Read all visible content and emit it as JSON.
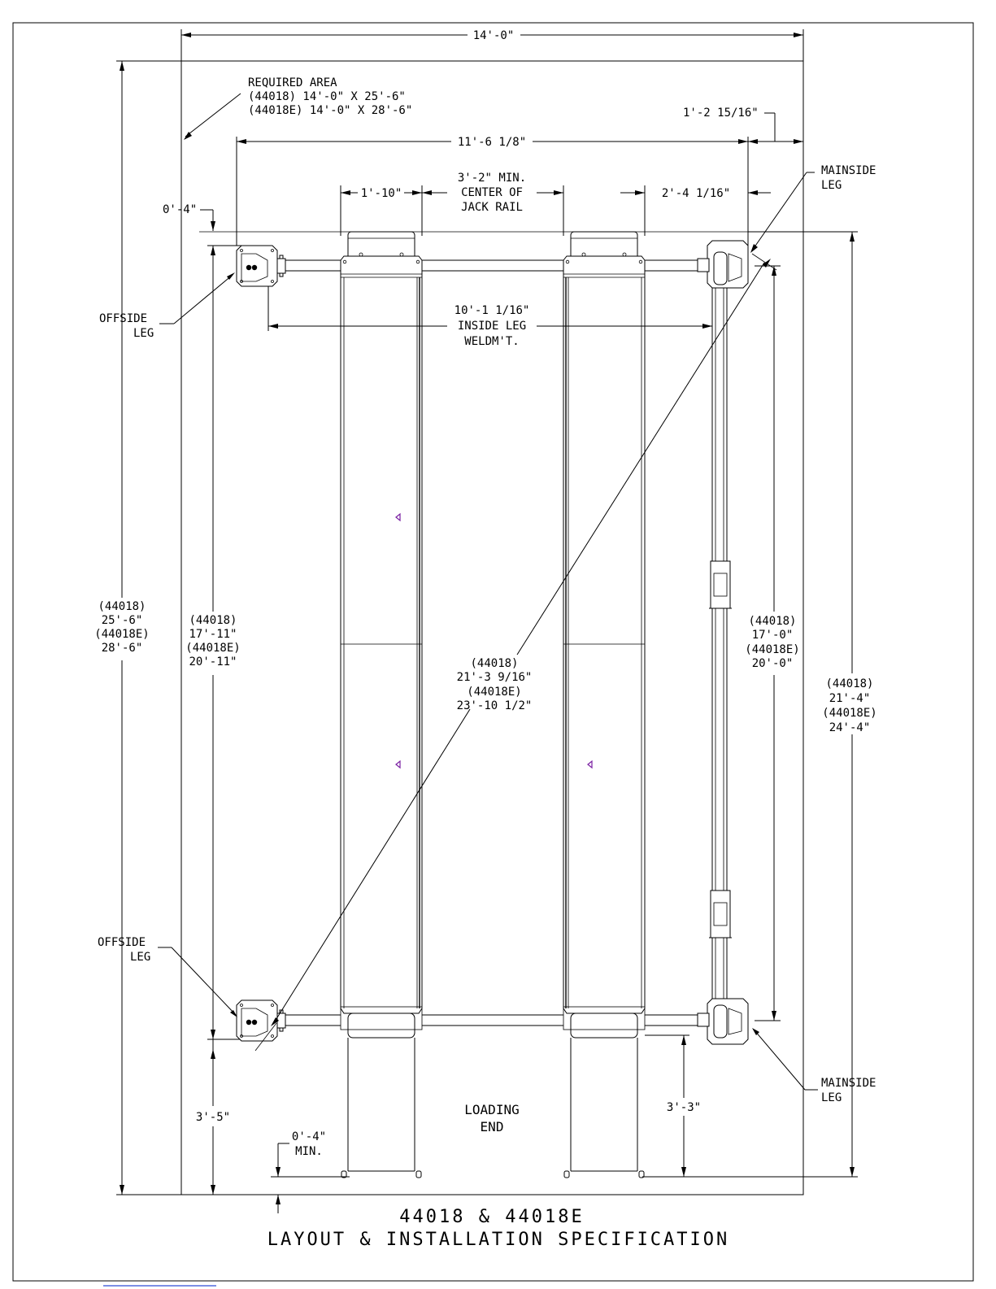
{
  "title": {
    "line1": "44018 & 44018E",
    "line2": "LAYOUT & INSTALLATION SPECIFICATION"
  },
  "required_area": {
    "heading": "REQUIRED AREA",
    "line1": "(44018)  14'-0\" X 25'-6\"",
    "line2": "(44018E)  14'-0\" X 28'-6\""
  },
  "dimensions": {
    "overall_width": "14'-0\"",
    "right_offset": "1'-2 15/16\"",
    "leg_span": "11'-6 1/8\"",
    "rail_width": "1'-10\"",
    "jack_rail_1": "3'-2\" MIN.",
    "jack_rail_2": "CENTER OF",
    "jack_rail_3": "JACK RAIL",
    "rail_to_leg": "2'-4 1/16\"",
    "top_offset": "0'-4\"",
    "inside_leg_1": "10'-1 1/16\"",
    "inside_leg_2": "INSIDE LEG",
    "inside_leg_3": "WELDM'T.",
    "left_bottom": "3'-5\"",
    "bottom_min_1": "0'-4\"",
    "bottom_min_2": "MIN.",
    "right_bottom": "3'-3\""
  },
  "stacked_dims": {
    "overall_length": [
      "(44018)",
      "25'-6\"",
      "(44018E)",
      "28'-6\""
    ],
    "offside_legs": [
      "(44018)",
      "17'-11\"",
      "(44018E)",
      "20'-11\""
    ],
    "diagonal": [
      "(44018)",
      "21'-3 9/16\"",
      "(44018E)",
      "23'-10 1/2\""
    ],
    "mainside_legs": [
      "(44018)",
      "17'-0\"",
      "(44018E)",
      "20'-0\""
    ],
    "right_overall": [
      "(44018)",
      "21'-4\"",
      "(44018E)",
      "24'-4\""
    ]
  },
  "labels": {
    "offside_leg_top": [
      "OFFSIDE",
      "LEG"
    ],
    "offside_leg_bottom": [
      "OFFSIDE",
      "LEG"
    ],
    "mainside_leg_top": [
      "MAINSIDE",
      "LEG"
    ],
    "mainside_leg_bottom": [
      "MAINSIDE",
      "LEG"
    ],
    "loading_end": [
      "LOADING",
      "END"
    ]
  },
  "colors": {
    "line": "#000000",
    "marker": "#7a1fa2",
    "link_underline": "#2c4bd6"
  }
}
